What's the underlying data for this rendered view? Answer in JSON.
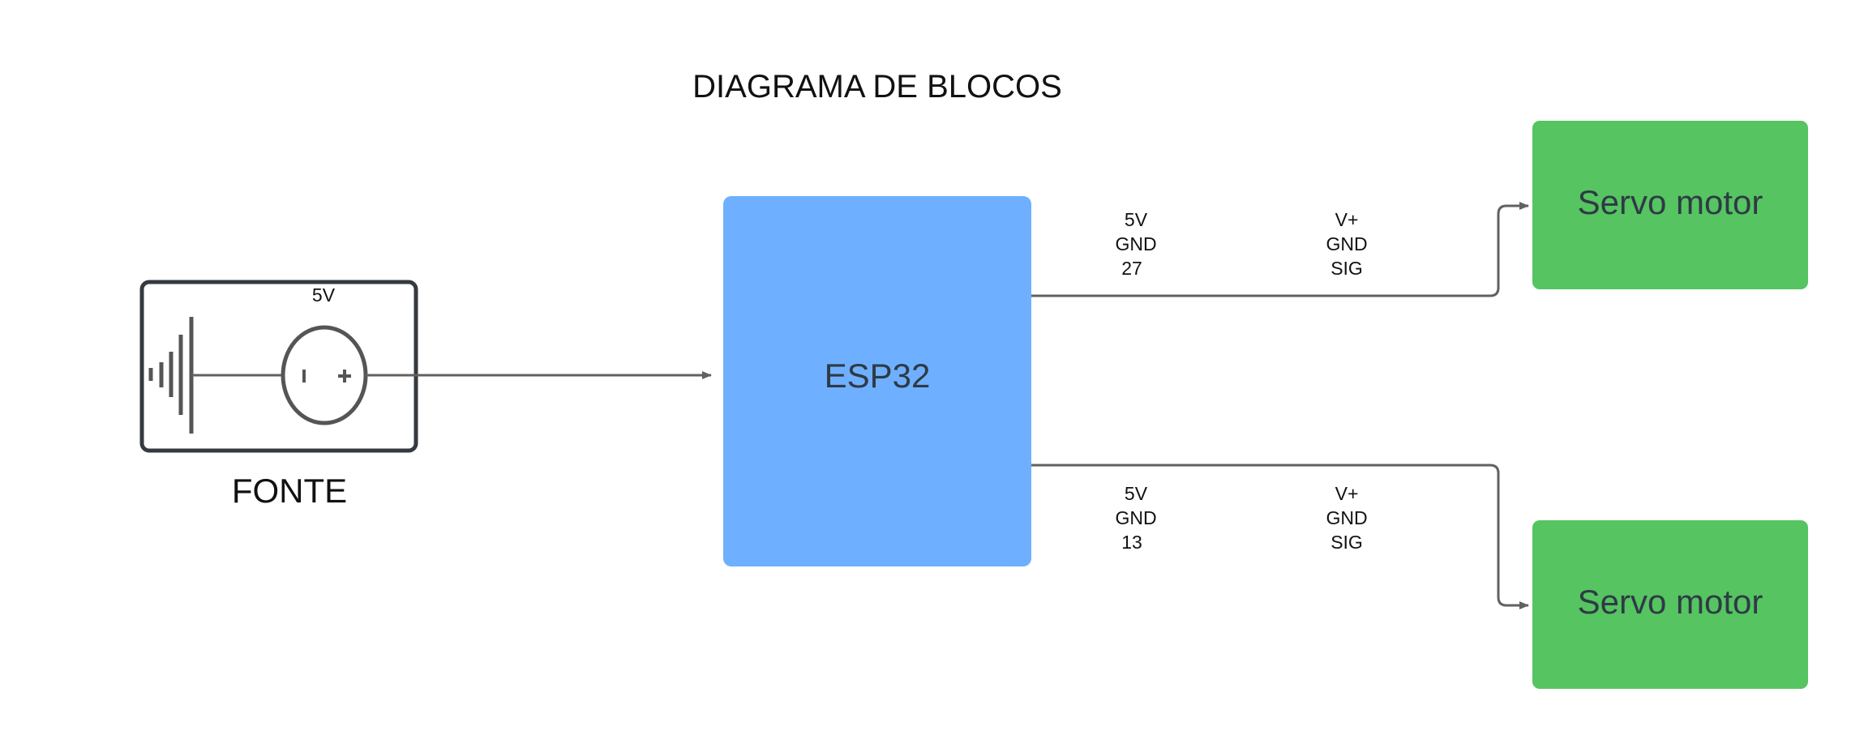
{
  "title": "DIAGRAMA DE BLOCOS",
  "power_source": {
    "label": "FONTE",
    "voltage": "5V"
  },
  "controller": {
    "label": "ESP32",
    "color": "#6eb0ff"
  },
  "servos": [
    {
      "label": "Servo motor",
      "color": "#55c461",
      "controller_pins": [
        "5V",
        "GND",
        "27"
      ],
      "servo_pins": [
        "V+",
        "GND",
        "SIG"
      ]
    },
    {
      "label": "Servo motor",
      "color": "#55c461",
      "controller_pins": [
        "5V",
        "GND",
        "13"
      ],
      "servo_pins": [
        "V+",
        "GND",
        "SIG"
      ]
    }
  ],
  "colors": {
    "wire": "#616161",
    "frame": "#343a40",
    "block_text": "#2f3a45"
  }
}
